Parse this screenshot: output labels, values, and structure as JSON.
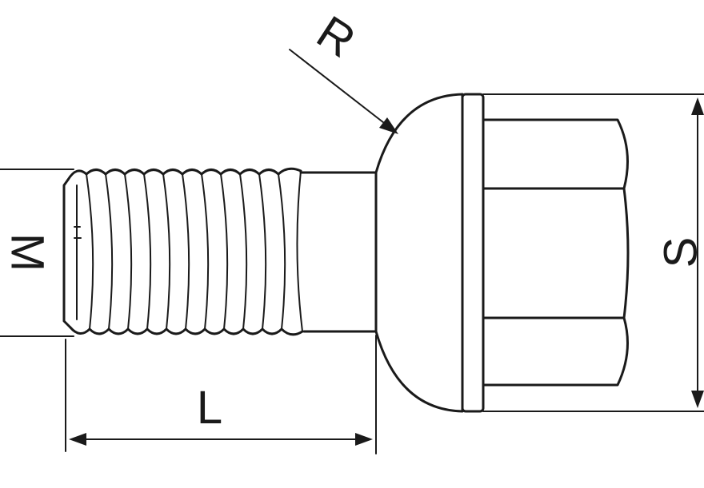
{
  "labels": {
    "radius": "R",
    "thread_diameter": "M",
    "length": "L",
    "wrench_size": "S"
  },
  "colors": {
    "line": "#1a1a1a",
    "background": "#ffffff"
  }
}
